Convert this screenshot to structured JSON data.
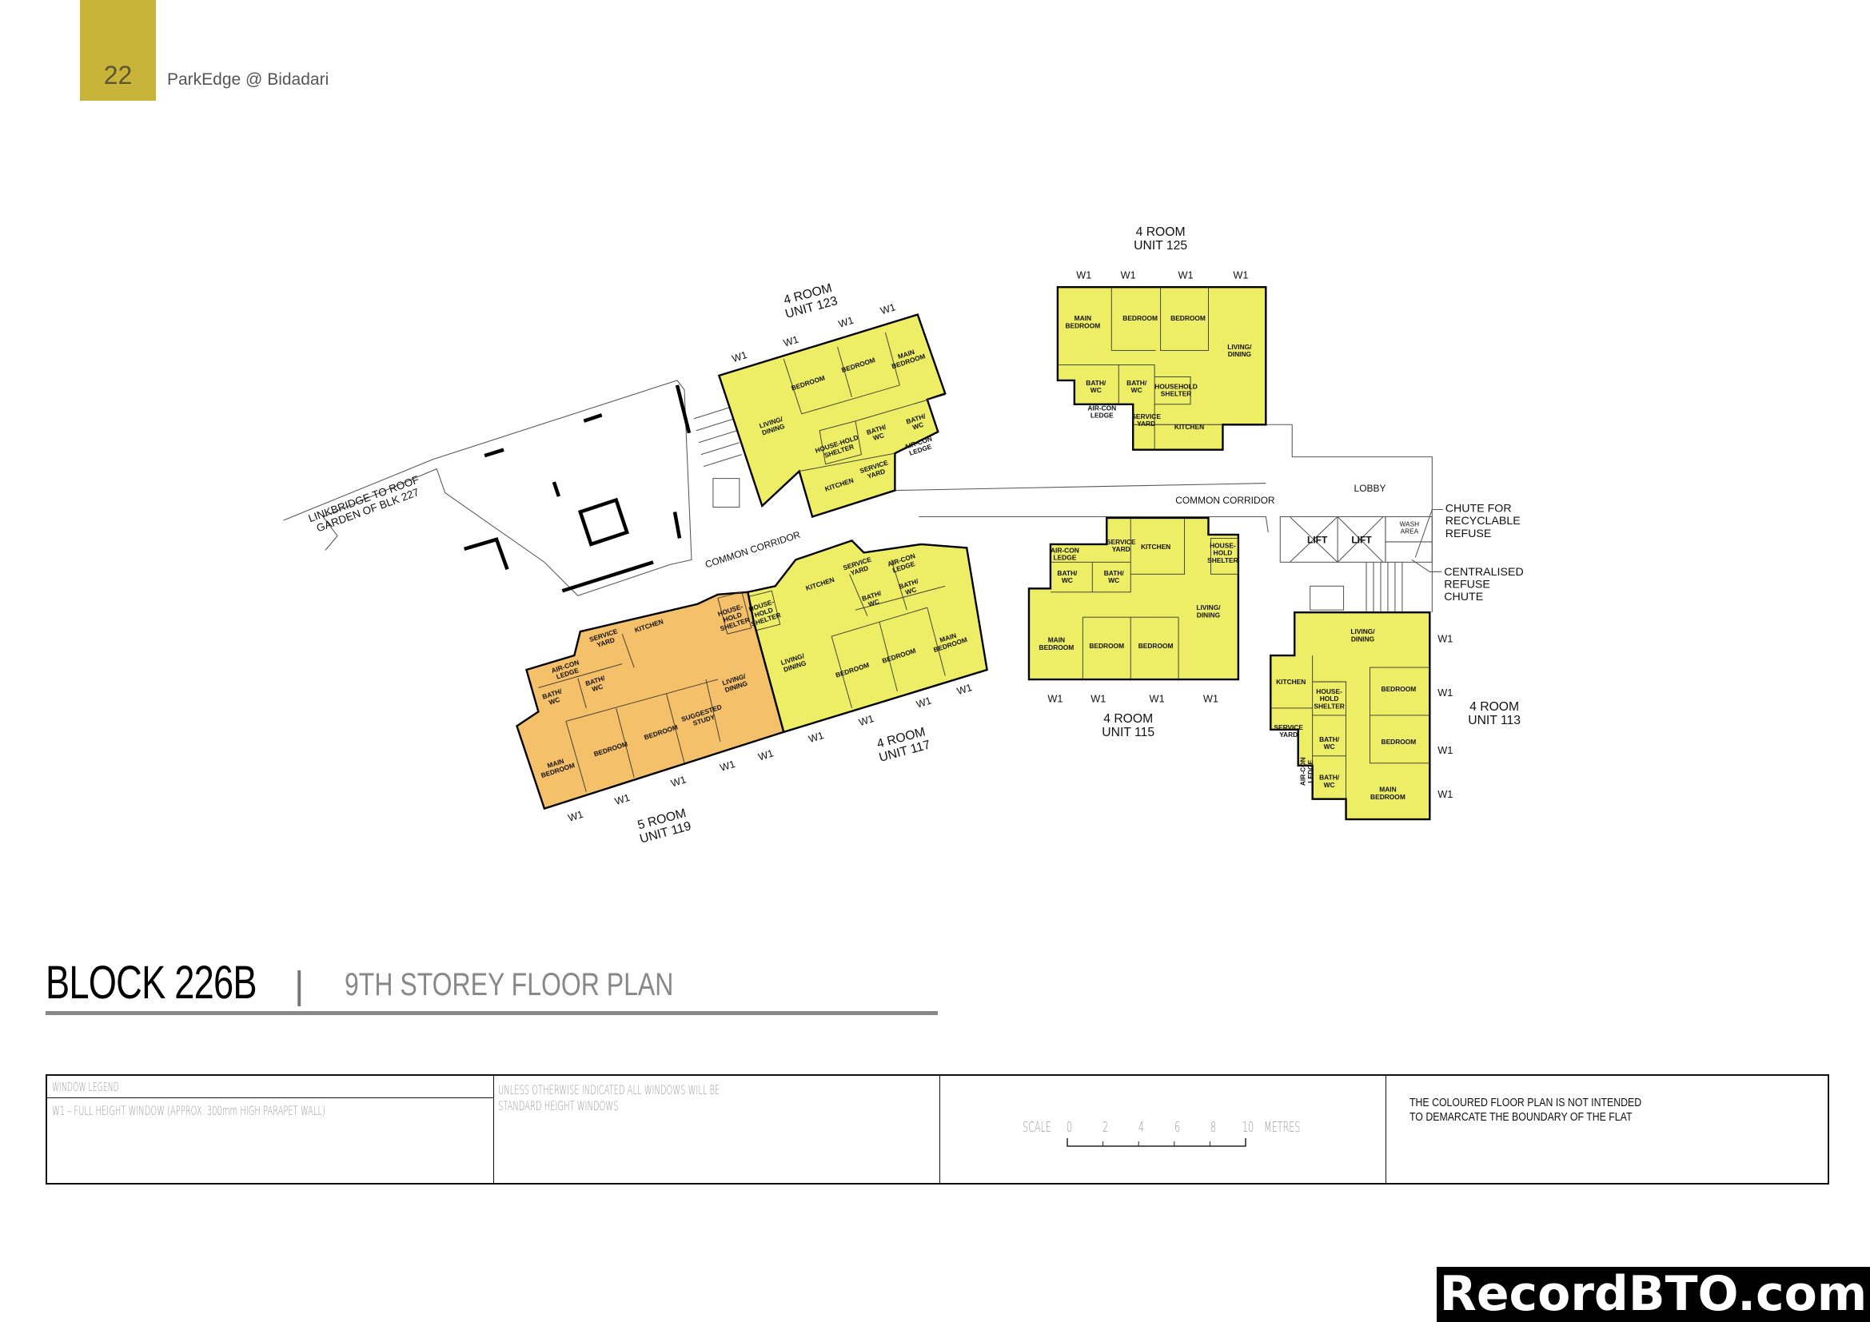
{
  "header": {
    "page_number": "22",
    "project": "ParkEdge @ Bidadari",
    "accent_color": "#c9b43a"
  },
  "title": {
    "block": "BLOCK 226B",
    "separator": "|",
    "floor": "9TH STOREY FLOOR PLAN"
  },
  "legend": {
    "window_heading": "WINDOW LEGEND",
    "window_w1": "W1 – FULL HEIGHT WINDOW (APPROX. 300mm HIGH PARAPET WALL)",
    "note_line1": "UNLESS OTHERWISE INDICATED ALL WINDOWS WILL BE",
    "note_line2": "STANDARD HEIGHT WINDOWS",
    "scale_label": "SCALE",
    "scale_ticks": [
      "0",
      "2",
      "4",
      "6",
      "8",
      "10"
    ],
    "scale_unit": "METRES",
    "disclaimer_line1": "THE COLOURED FLOOR PLAN IS NOT INTENDED",
    "disclaimer_line2": "TO DEMARCATE THE BOUNDARY OF THE FLAT"
  },
  "plan": {
    "colors": {
      "four_room": "#eeee66",
      "five_room": "#f5c06a"
    },
    "window_label": "W1",
    "units": [
      {
        "id": "123",
        "type": "4 ROOM",
        "unit": "UNIT 123",
        "rooms": [
          "BEDROOM",
          "BEDROOM",
          "MAIN BEDROOM",
          "LIVING/ DINING",
          "HOUSE-HOLD SHELTER",
          "BATH/ WC",
          "BATH/ WC",
          "AIR-CON LEDGE",
          "SERVICE YARD",
          "KITCHEN"
        ]
      },
      {
        "id": "125",
        "type": "4 ROOM",
        "unit": "UNIT 125",
        "rooms": [
          "MAIN BEDROOM",
          "BEDROOM",
          "BEDROOM",
          "LIVING/ DINING",
          "BATH/ WC",
          "BATH/ WC",
          "HOUSEHOLD SHELTER",
          "AIR-CON LEDGE",
          "SERVICE YARD",
          "KITCHEN"
        ]
      },
      {
        "id": "115",
        "type": "4 ROOM",
        "unit": "UNIT 115",
        "rooms": [
          "AIR-CON LEDGE",
          "SERVICE YARD",
          "KITCHEN",
          "HOUSE- HOLD SHELTER",
          "BATH/ WC",
          "BATH/ WC",
          "LIVING/ DINING",
          "MAIN BEDROOM",
          "BEDROOM",
          "BEDROOM"
        ]
      },
      {
        "id": "113",
        "type": "4 ROOM",
        "unit": "UNIT 113",
        "rooms": [
          "LIVING/ DINING",
          "KITCHEN",
          "HOUSE- HOLD SHELTER",
          "BEDROOM",
          "BEDROOM",
          "SERVICE YARD",
          "BATH/ WC",
          "BATH/ WC",
          "AIR-CON LEDGE",
          "MAIN BEDROOM"
        ]
      },
      {
        "id": "117",
        "type": "4 ROOM",
        "unit": "UNIT 117",
        "rooms": [
          "KITCHEN",
          "SERVICE YARD",
          "AIR-CON LEDGE",
          "BATH/ WC",
          "BATH/ WC",
          "HOUSE- HOLD SHELTER",
          "LIVING/ DINING",
          "BEDROOM",
          "BEDROOM",
          "MAIN BEDROOM"
        ]
      },
      {
        "id": "119",
        "type": "5 ROOM",
        "unit": "UNIT 119",
        "rooms": [
          "SERVICE YARD",
          "KITCHEN",
          "AIR-CON LEDGE",
          "BATH/ WC",
          "BATH/ WC",
          "HOUSE- HOLD SHELTER",
          "LIVING/ DINING",
          "SUGGESTED STUDY",
          "BEDROOM",
          "BEDROOM",
          "MAIN BEDROOM"
        ]
      }
    ],
    "common": {
      "lobby": "LOBBY",
      "corridor": "COMMON CORRIDOR",
      "lift": "LIFT",
      "wash_area": "WASH AREA",
      "chute_recyclable": [
        "CHUTE FOR",
        "RECYCLABLE",
        "REFUSE"
      ],
      "centralised_chute": [
        "CENTRALISED",
        "REFUSE",
        "CHUTE"
      ],
      "linkbridge": [
        "LINKBRIDGE TO ROOF",
        "GARDEN OF BLK 227"
      ]
    }
  },
  "watermark": "RecordBTO.com"
}
